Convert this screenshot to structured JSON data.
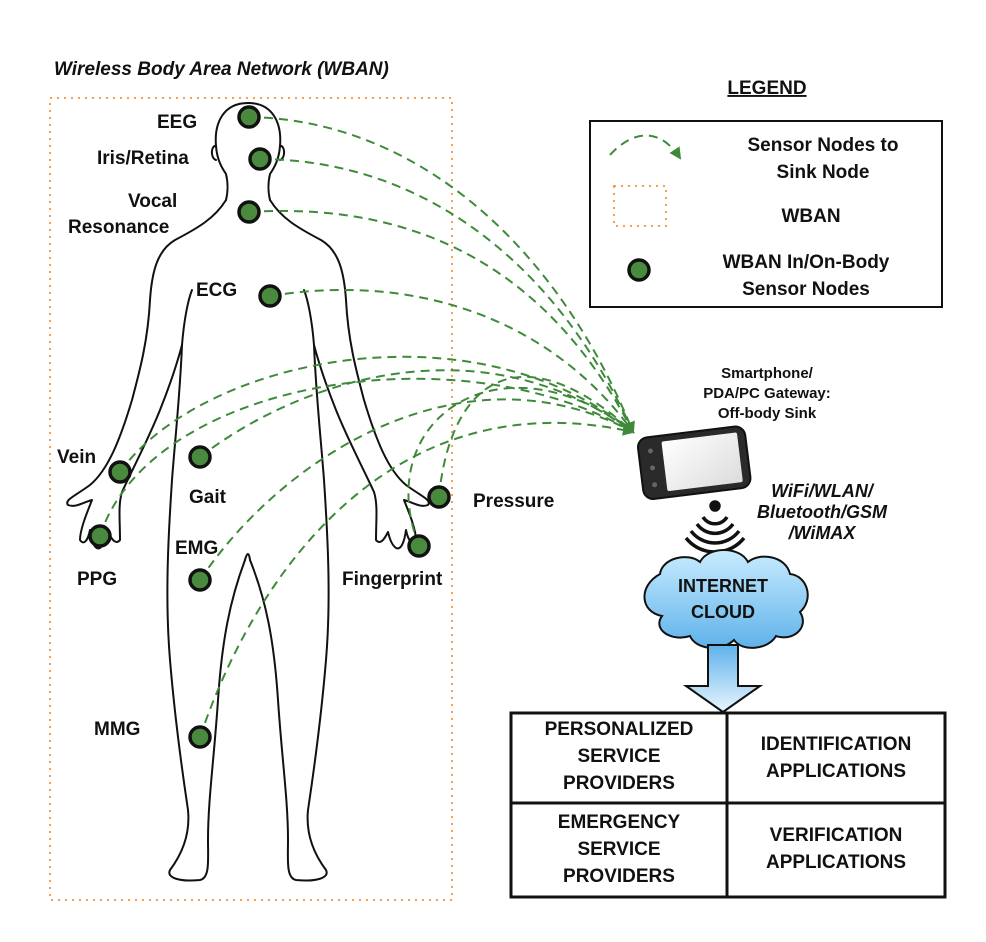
{
  "title": "Wireless Body Area Network (WBAN)",
  "legend": {
    "heading": "LEGEND",
    "items": [
      {
        "line1": "Sensor Nodes to",
        "line2": "Sink Node"
      },
      {
        "line1": "WBAN",
        "line2": ""
      },
      {
        "line1": "WBAN In/On-Body",
        "line2": "Sensor Nodes"
      }
    ]
  },
  "sensors": [
    {
      "id": "eeg",
      "label": [
        "EEG"
      ]
    },
    {
      "id": "iris",
      "label": [
        "Iris/Retina"
      ]
    },
    {
      "id": "vocal",
      "label": [
        "Vocal",
        "Resonance"
      ]
    },
    {
      "id": "ecg",
      "label": [
        "ECG"
      ]
    },
    {
      "id": "vein",
      "label": [
        "Vein"
      ]
    },
    {
      "id": "gait",
      "label": [
        "Gait"
      ]
    },
    {
      "id": "ppg",
      "label": [
        "PPG"
      ]
    },
    {
      "id": "emg",
      "label": [
        "EMG"
      ]
    },
    {
      "id": "pressure",
      "label": [
        "Pressure"
      ]
    },
    {
      "id": "fingerprint",
      "label": [
        "Fingerprint"
      ]
    },
    {
      "id": "mmg",
      "label": [
        "MMG"
      ]
    }
  ],
  "gateway": {
    "lines": [
      "Smartphone/",
      "PDA/PC Gateway:",
      "Off-body Sink"
    ]
  },
  "wireless": {
    "lines": [
      "WiFi/WLAN/",
      "Bluetooth/GSM",
      "/WiMAX"
    ]
  },
  "cloud": {
    "lines": [
      "INTERNET",
      "CLOUD"
    ]
  },
  "services": [
    {
      "lines": [
        "PERSONALIZED",
        "SERVICE",
        "PROVIDERS"
      ]
    },
    {
      "lines": [
        "IDENTIFICATION",
        "APPLICATIONS"
      ]
    },
    {
      "lines": [
        "EMERGENCY",
        "SERVICE",
        "PROVIDERS"
      ]
    },
    {
      "lines": [
        "VERIFICATION",
        "APPLICATIONS"
      ]
    }
  ],
  "colors": {
    "link": "#3f8a3a",
    "node_fill": "#4a8a3e",
    "wban_border": "#f0a050",
    "cloud_fill": "#7cc4ef"
  }
}
